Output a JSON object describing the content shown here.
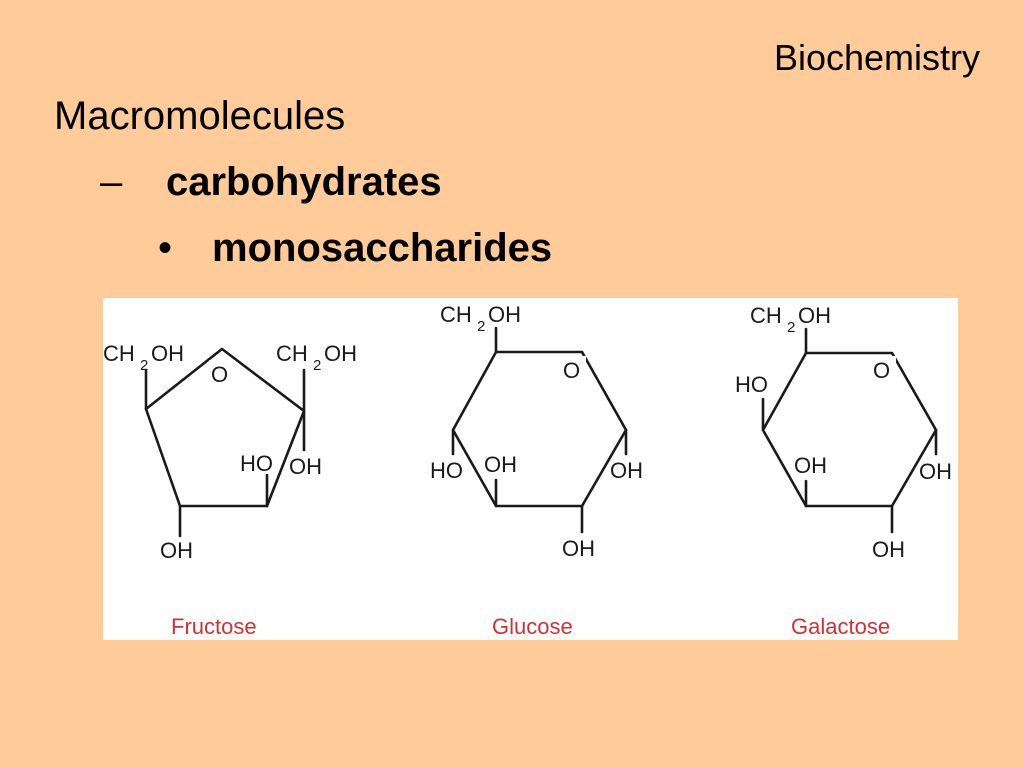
{
  "header": {
    "title": "Biochemistry"
  },
  "outline": {
    "level1": "Macromolecules",
    "level2": {
      "bullet": "–",
      "text": "carbohydrates"
    },
    "level3": {
      "bullet": "•",
      "text": "monosaccharides"
    }
  },
  "figure": {
    "molecules": [
      {
        "name": "Fructose",
        "labels": {
          "ch2_left": "CH",
          "ch2_left_sub": "2",
          "ch2_left_oh": "OH",
          "ring_o": "O",
          "ch2_right": "CH",
          "ch2_right_sub": "2",
          "ch2_right_oh": "OH",
          "ho": "HO",
          "oh_right": "OH",
          "oh_bottom": "OH"
        }
      },
      {
        "name": "Glucose",
        "labels": {
          "ch2": "CH",
          "ch2_sub": "2",
          "ch2_oh": "OH",
          "ring_o": "O",
          "ho_left": "HO",
          "oh_inner": "OH",
          "oh_right": "OH",
          "oh_bottom": "OH"
        }
      },
      {
        "name": "Galactose",
        "labels": {
          "ch2": "CH",
          "ch2_sub": "2",
          "ch2_oh": "OH",
          "ring_o": "O",
          "ho_top": "HO",
          "oh_inner": "OH",
          "oh_right": "OH",
          "oh_bottom": "OH"
        }
      }
    ]
  }
}
